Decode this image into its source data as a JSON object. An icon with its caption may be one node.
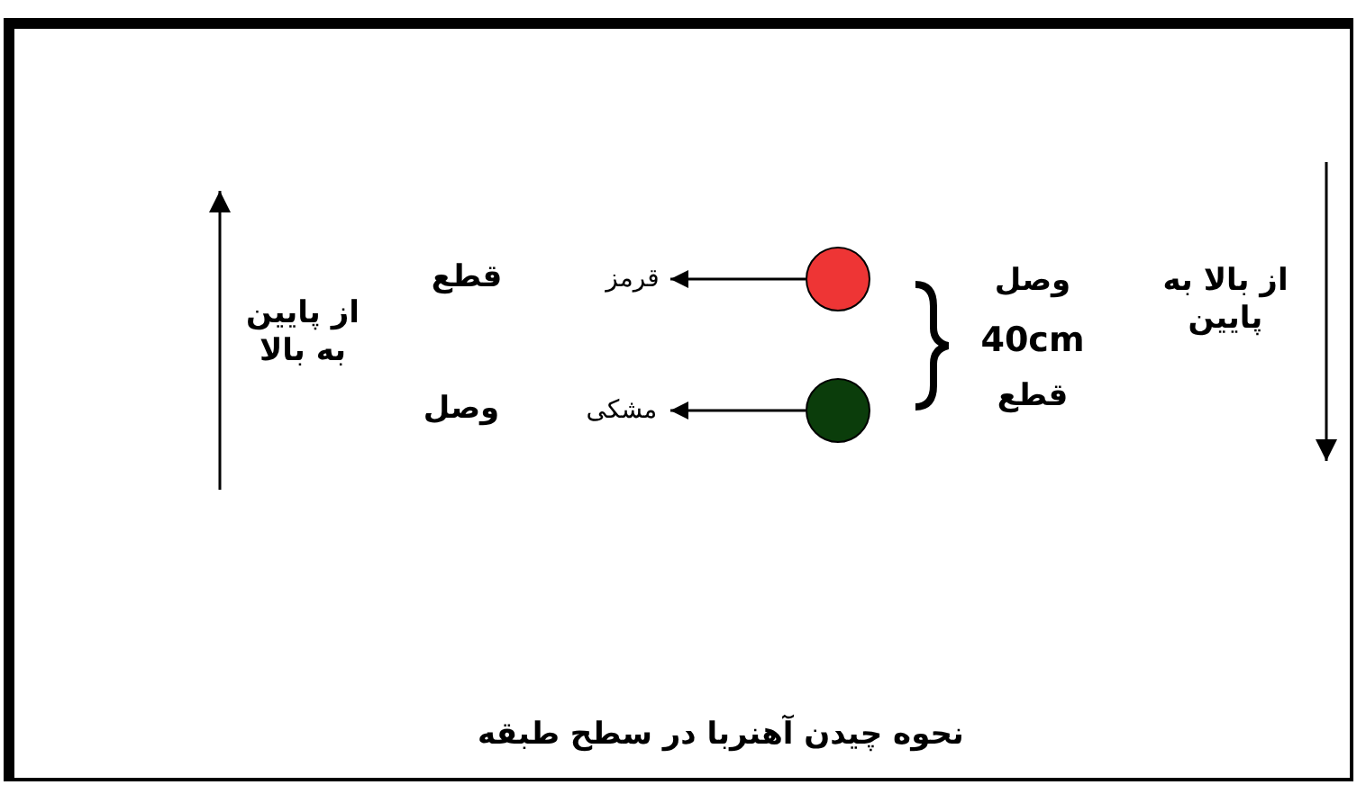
{
  "diagram": {
    "caption": "نحوه چیدن آهنربا در سطح طبقه",
    "nodes": [
      {
        "text": [],
        "shape": "circle"
      },
      {
        "text": [],
        "shape": "circle"
      },
      {
        "text": [
          "قرمز"
        ]
      },
      {
        "text": [
          "مشکی"
        ]
      }
    ],
    "edges": [
      {
        "from": 0,
        "to": 2,
        "arrow": "to"
      },
      {
        "from": 1,
        "to": 3,
        "arrow": "to"
      }
    ],
    "labels": [
      "از بالا به پایین",
      "وصل",
      "40cm",
      "قطع",
      "قطع",
      "از پایین به بالا",
      "وصل"
    ]
  }
}
